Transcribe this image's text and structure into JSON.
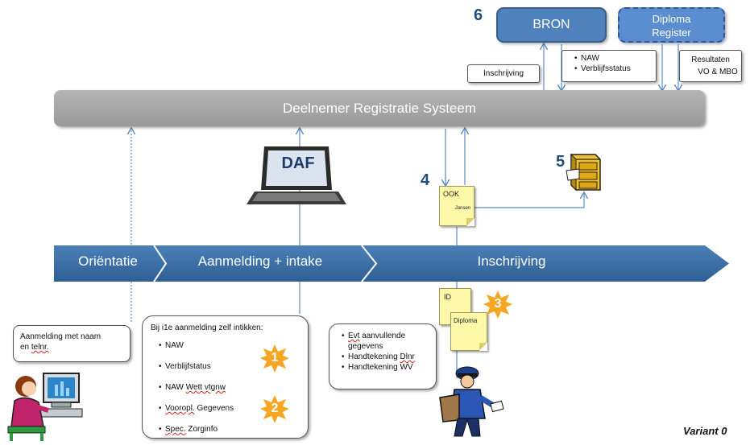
{
  "top_systems": {
    "step_number": "6",
    "bron_label": "BRON",
    "diploma_register_line1": "Diploma",
    "diploma_register_line2": "Register"
  },
  "flow_boxes": {
    "inschrijving": "Inschrijving",
    "naw_items": [
      "NAW",
      "Verblijfsstatus"
    ],
    "resultaten_line1": "Resultaten",
    "resultaten_line2": "VO & MBO"
  },
  "drs_bar": {
    "label": "Deelnemer Registratie Systeem"
  },
  "daf": {
    "label": "DAF"
  },
  "ook": {
    "step_number": "4",
    "label": "OOK",
    "sublabel": "Jansen"
  },
  "archive": {
    "step_number": "5",
    "icon": "filing-cabinet-icon"
  },
  "process_arrow": {
    "stages": [
      "Oriëntatie",
      "Aanmelding + intake",
      "Inschrijving"
    ]
  },
  "documents": {
    "step_number": "3",
    "id_label": "ID",
    "diploma_label": "Diploma"
  },
  "aanmelding_box": {
    "line1": "Aanmelding met naam",
    "line2_prefix": "en ",
    "line2_wavy": "telnr."
  },
  "intake_box": {
    "title": "Bij i1e aanmelding zelf intikken:",
    "items": [
      {
        "pre": "NAW",
        "wavy": "",
        "post": ""
      },
      {
        "pre": "Verblijfstatus",
        "wavy": "",
        "post": ""
      },
      {
        "pre": "NAW ",
        "wavy": "Wett vtgnw",
        "post": ""
      },
      {
        "pre": "",
        "wavy": "Vooropl.",
        "post": " Gegevens"
      },
      {
        "pre": "",
        "wavy": "Spec.",
        "post": " Zorginfo"
      }
    ],
    "badge1": "1",
    "badge2": "2"
  },
  "extra_box": {
    "items": [
      {
        "pre": "",
        "wavy": "Evt",
        "post": " aanvullende gegevens"
      },
      {
        "pre": "Handtekening ",
        "wavy": "Dlnr",
        "post": ""
      },
      {
        "pre": "Handtekening WV",
        "wavy": "",
        "post": ""
      }
    ]
  },
  "variant_label": "Variant 0",
  "colors": {
    "process_arrow": "#3a6ea5",
    "drs_bar": "#a6a6a6",
    "bron": "#4f81bd",
    "badge": "#f5a623",
    "note": "#fef9a8",
    "step_number": "#1f4e79"
  },
  "figures": {
    "student_icon": "student-at-computer-icon",
    "mail_carrier_icon": "mail-carrier-icon",
    "laptop_icon": "laptop-icon"
  }
}
